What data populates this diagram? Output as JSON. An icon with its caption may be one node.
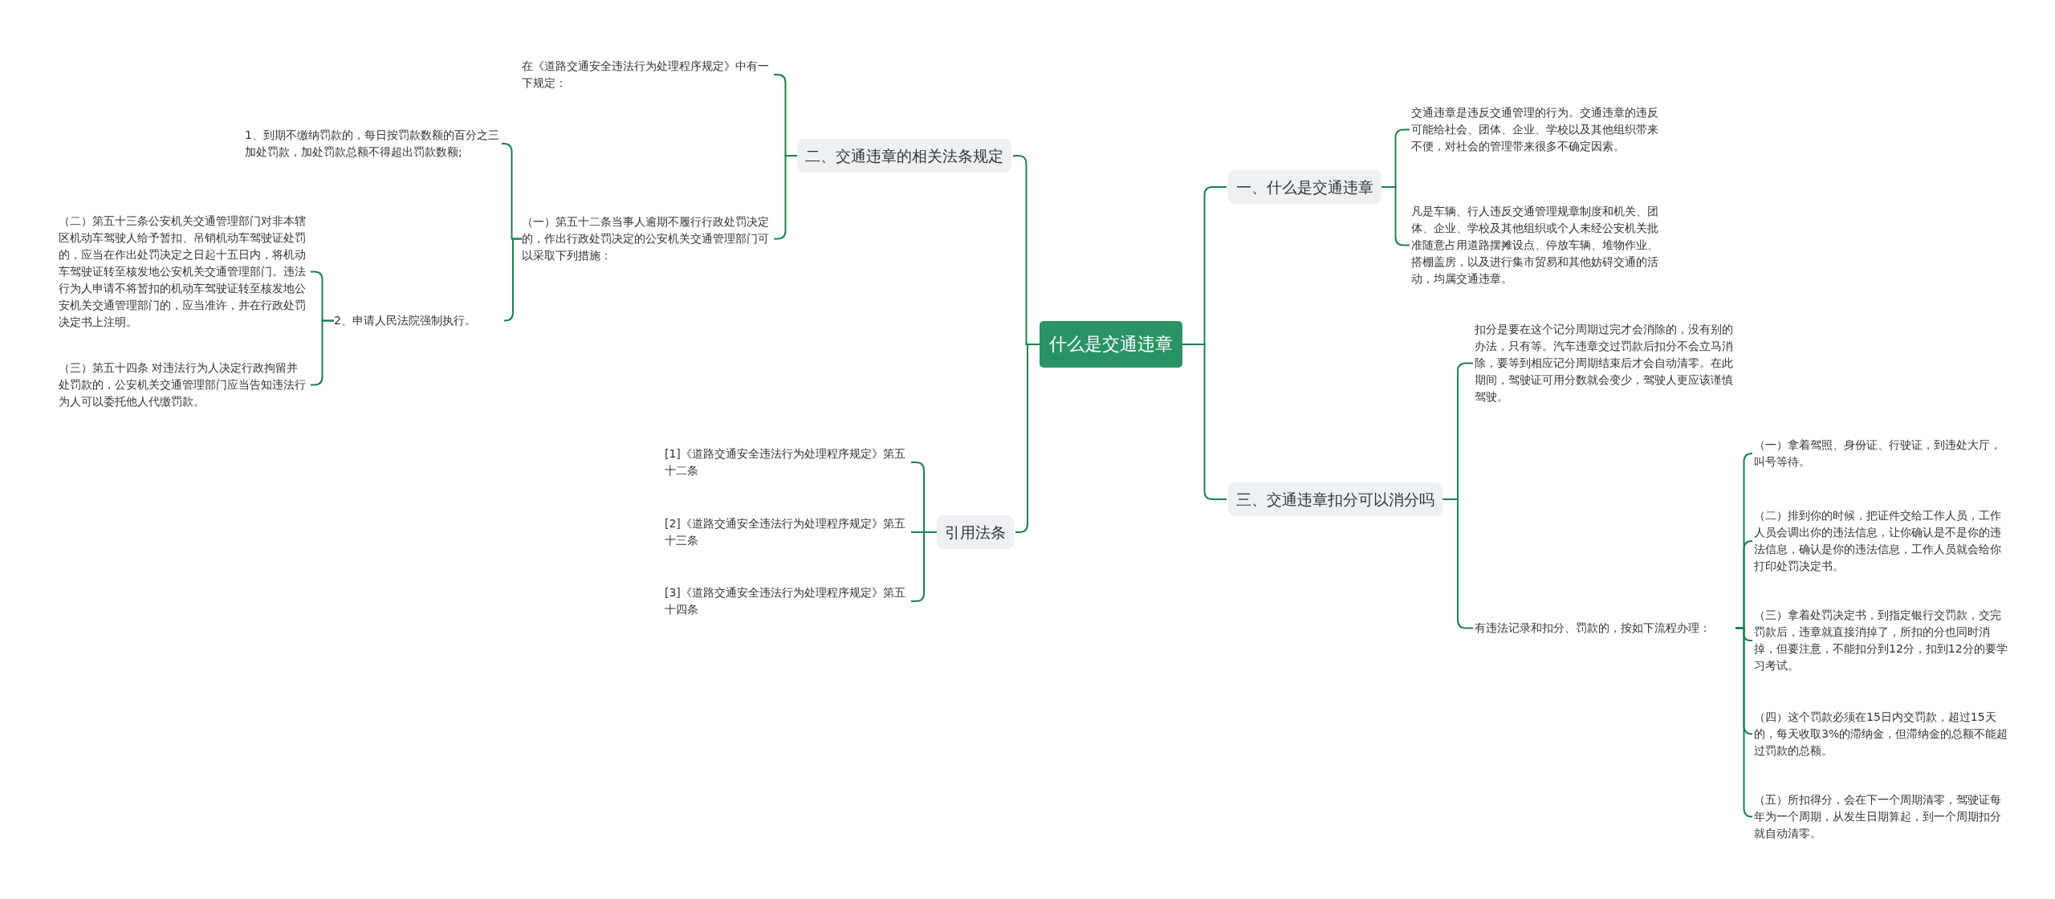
{
  "diagram": {
    "nodes": [
      {
        "text": [
          "什么是交通违章"
        ]
      },
      {
        "text": [
          "二、交通违章的相关法条规定"
        ]
      },
      {
        "text": [
          "在《道路交通安全违法行为处理程序规定》中有一下规定："
        ]
      },
      {
        "text": [
          "（一）第五十二条当事人逾期不履行行政处罚决定的，作出行政处罚决定的公安机关交通管理部门可以采取下列措施："
        ]
      },
      {
        "text": [
          "1、到期不缴纳罚款的，每日按罚款数额的百分之三加处罚款，加处罚款总额不得超出罚款数额;"
        ]
      },
      {
        "text": [
          "2、申请人民法院强制执行。"
        ]
      },
      {
        "text": [
          "（二）第五十三条公安机关交通管理部门对非本辖区机动车驾驶人给予暂扣、吊销机动车驾驶证处罚的，应当在作出处罚决定之日起十五日内，将机动车驾驶证转至核发地公安机关交通管理部门。违法行为人申请不将暂扣的机动车驾驶证转至核发地公安机关交通管理部门的，应当准许，并在行政处罚决定书上注明。"
        ]
      },
      {
        "text": [
          "（三）第五十四条 对违法行为人决定行政拘留并处罚款的，公安机关交通管理部门应当告知违法行为人可以委托他人代缴罚款。"
        ]
      },
      {
        "text": [
          "引用法条"
        ]
      },
      {
        "text": [
          "[1]《道路交通安全违法行为处理程序规定》第五十二条"
        ]
      },
      {
        "text": [
          "[2]《道路交通安全违法行为处理程序规定》第五十三条"
        ]
      },
      {
        "text": [
          "[3]《道路交通安全违法行为处理程序规定》第五十四条"
        ]
      },
      {
        "text": [
          "一、什么是交通违章"
        ]
      },
      {
        "text": [
          "交通违章是违反交通管理的行为。交通违章的违反可能给社会、团体、企业、学校以及其他组织带来不便，对社会的管理带来很多不确定因素。"
        ]
      },
      {
        "text": [
          "凡是车辆、行人违反交通管理规章制度和机关、团体、企业、学校及其他组织或个人未经公安机关批准随意占用道路摆摊设点、停放车辆、堆物作业、搭棚盖房，以及进行集市贸易和其他妨碍交通的活动，均属交通违章。"
        ]
      },
      {
        "text": [
          "三、交通违章扣分可以消分吗"
        ]
      },
      {
        "text": [
          "扣分是要在这个记分周期过完才会消除的，没有别的办法，只有等。汽车违章交过罚款后扣分不会立马消除，要等到相应记分周期结束后才会自动清零。在此期间，驾驶证可用分数就会变少，驾驶人更应该谨慎驾驶。"
        ]
      },
      {
        "text": [
          "有违法记录和扣分、罚款的，按如下流程办理："
        ]
      },
      {
        "text": [
          "（一）拿着驾照、身份证、行驶证，到违处大厅，叫号等待。"
        ]
      },
      {
        "text": [
          "（二）排到你的时候，把证件交给工作人员，工作人员会调出你的违法信息，让你确认是不是你的违法信息，确认是你的违法信息，工作人员就会给你打印处罚决定书。"
        ]
      },
      {
        "text": [
          "（三）拿着处罚决定书，到指定银行交罚款，交完罚款后，违章就直接消掉了，所扣的分也同时消掉，但要注意，不能扣分到12分，扣到12分的要学习考试。"
        ]
      },
      {
        "text": [
          "（四）这个罚款必须在15日内交罚款，超过15天的，每天收取3%的滞纳金，但滞纳金的总额不能超过罚款的总额。"
        ]
      },
      {
        "text": [
          "（五）所扣得分，会在下一个周期清零，驾驶证每年为一个周期，从发生日期算起，到一个周期扣分就自动清零。"
        ]
      }
    ],
    "edges": [
      {
        "from": 0,
        "to": 1,
        "arrow": "none"
      },
      {
        "from": 1,
        "to": 2,
        "arrow": "none"
      },
      {
        "from": 1,
        "to": 3,
        "arrow": "none"
      },
      {
        "from": 3,
        "to": 4,
        "arrow": "none"
      },
      {
        "from": 3,
        "to": 5,
        "arrow": "none"
      },
      {
        "from": 5,
        "to": 6,
        "arrow": "none"
      },
      {
        "from": 5,
        "to": 7,
        "arrow": "none"
      },
      {
        "from": 0,
        "to": 8,
        "arrow": "none"
      },
      {
        "from": 8,
        "to": 9,
        "arrow": "none"
      },
      {
        "from": 8,
        "to": 10,
        "arrow": "none"
      },
      {
        "from": 8,
        "to": 11,
        "arrow": "none"
      },
      {
        "from": 0,
        "to": 12,
        "arrow": "none"
      },
      {
        "from": 12,
        "to": 13,
        "arrow": "none"
      },
      {
        "from": 12,
        "to": 14,
        "arrow": "none"
      },
      {
        "from": 0,
        "to": 15,
        "arrow": "none"
      },
      {
        "from": 15,
        "to": 16,
        "arrow": "none"
      },
      {
        "from": 15,
        "to": 17,
        "arrow": "none"
      },
      {
        "from": 17,
        "to": 18,
        "arrow": "none"
      },
      {
        "from": 17,
        "to": 19,
        "arrow": "none"
      },
      {
        "from": 17,
        "to": 20,
        "arrow": "none"
      },
      {
        "from": 17,
        "to": 21,
        "arrow": "none"
      },
      {
        "from": 17,
        "to": 22,
        "arrow": "none"
      }
    ]
  }
}
